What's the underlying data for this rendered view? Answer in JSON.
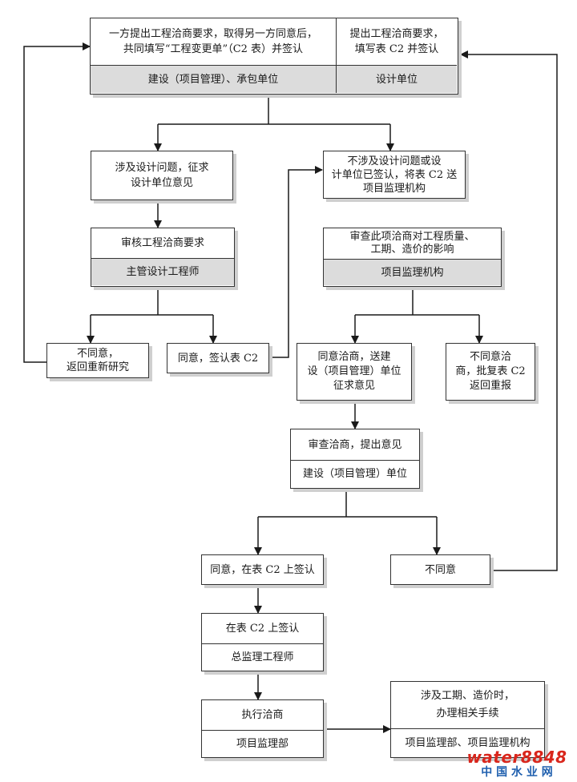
{
  "nodes": {
    "top_left": "一方提出工程洽商要求，取得另一方同意后，\n共同填写“工程变更单”（C2 表）并签认",
    "top_left_role": "建设（项目管理）、承包单位",
    "top_right": "提出工程洽商要求，\n填写表 C2 并签认",
    "top_right_role": "设计单位",
    "design_issue": "涉及设计问题，征求\n设计单位意见",
    "no_design_issue": "不涉及设计问题或设\n计单位已签认，将表 C2 送\n项目监理机构",
    "review_req": "审核工程洽商要求",
    "review_req_role": "主管设计工程师",
    "impact_review": "审查此项洽商对工程质量、\n工期、造价的影响",
    "impact_review_role": "项目监理机构",
    "disagree_restudy": "不同意，\n返回重新研究",
    "agree_sign_c2": "同意，签认表 C2",
    "agree_send": "同意洽商，送建\n设（项目管理）单位\n征求意见",
    "disagree_reply": "不同意洽\n商，批复表 C2\n返回重报",
    "review_opinion": "审查洽商，提出意见",
    "review_opinion_role": "建设（项目管理）单位",
    "agree_on_c2": "同意，在表 C2 上签认",
    "disagree": "不同意",
    "sign_on_c2": "在表 C2 上签认",
    "sign_on_c2_role": "总监理工程师",
    "execute": "执行洽商",
    "execute_role": "项目监理部",
    "schedule_cost": "涉及工期、造价时，\n办理相关手续",
    "schedule_cost_role": "项目监理部、项目监理机构"
  },
  "watermark": {
    "brand": "water8848",
    "site": "中 国 水 业 网"
  },
  "colors": {
    "line": "#1a1a1a",
    "role_fill": "#dcdcdc",
    "watermark_red": "#d9261c",
    "watermark_blue": "#1f5fae"
  }
}
